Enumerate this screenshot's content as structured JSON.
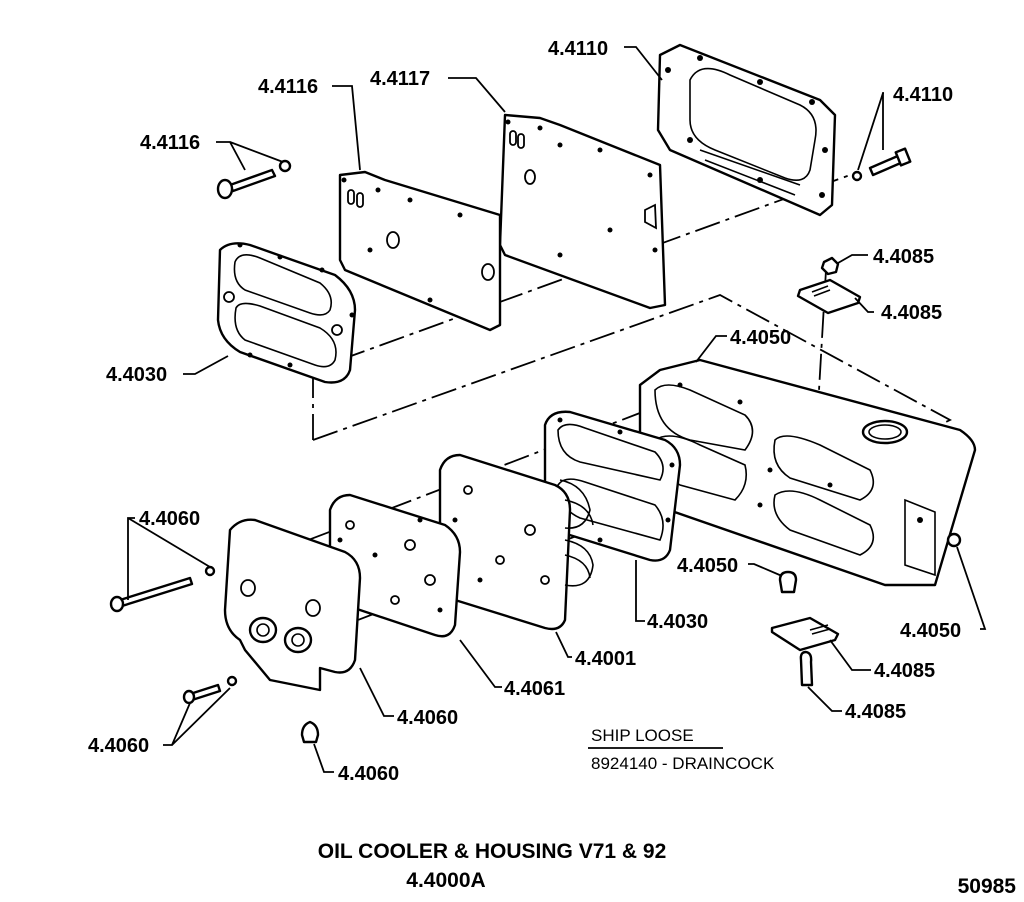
{
  "diagram": {
    "title": "OIL COOLER & HOUSING V71 & 92",
    "subtitle": "4.4000A",
    "figure_number": "50985",
    "ship_loose": {
      "heading": "SHIP  LOOSE",
      "item": "8924140 - DRAINCOCK"
    },
    "callouts": [
      {
        "id": "c1",
        "label": "4.4110",
        "part": "oil cooler housing cover"
      },
      {
        "id": "c2",
        "label": "4.4117",
        "part": "plate"
      },
      {
        "id": "c3",
        "label": "4.4116",
        "part": "plate"
      },
      {
        "id": "c4",
        "label": "4.4116",
        "part": "bolt and washer"
      },
      {
        "id": "c5",
        "label": "4.4110",
        "part": "bolt and washer"
      },
      {
        "id": "c6",
        "label": "4.4085",
        "part": "nut"
      },
      {
        "id": "c7",
        "label": "4.4085",
        "part": "bracket"
      },
      {
        "id": "c8",
        "label": "4.4030",
        "part": "gasket"
      },
      {
        "id": "c9",
        "label": "4.4050",
        "part": "oil cooler housing"
      },
      {
        "id": "c10",
        "label": "4.4060",
        "part": "bolt and washer"
      },
      {
        "id": "c11",
        "label": "4.4050",
        "part": "plug"
      },
      {
        "id": "c12",
        "label": "4.4050",
        "part": "plug"
      },
      {
        "id": "c13",
        "label": "4.4030",
        "part": "gasket"
      },
      {
        "id": "c14",
        "label": "4.4001",
        "part": "oil cooler core"
      },
      {
        "id": "c15",
        "label": "4.4085",
        "part": "bracket"
      },
      {
        "id": "c16",
        "label": "4.4061",
        "part": "gasket"
      },
      {
        "id": "c17",
        "label": "4.4085",
        "part": "bolt"
      },
      {
        "id": "c18",
        "label": "4.4060",
        "part": "cover"
      },
      {
        "id": "c19",
        "label": "4.4060",
        "part": "bolt and washer"
      },
      {
        "id": "c20",
        "label": "4.4060",
        "part": "plug"
      }
    ]
  }
}
